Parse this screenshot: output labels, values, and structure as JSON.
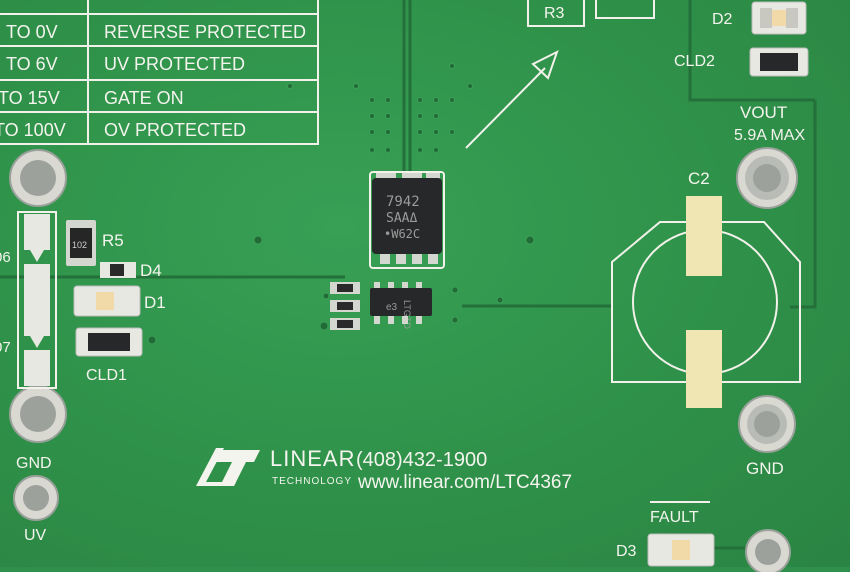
{
  "table": {
    "rows": [
      {
        "range": "TO 0V",
        "status": "REVERSE PROTECTED"
      },
      {
        "range": "TO 6V",
        "status": "UV PROTECTED"
      },
      {
        "range": "TO 15V",
        "status": "GATE ON"
      },
      {
        "range": "TO 100V",
        "status": "OV PROTECTED"
      }
    ]
  },
  "labels": {
    "r3": "R3",
    "d2": "D2",
    "cld2": "CLD2",
    "vout": "VOUT",
    "vout_max": "5.9A MAX",
    "c2": "C2",
    "r5": "R5",
    "d4": "D4",
    "d1": "D1",
    "cld1": "CLD1",
    "gnd_left": "GND",
    "uv": "UV",
    "gnd_right": "GND",
    "fault": "FAULT",
    "d3": "D3",
    "d6_partial": "06",
    "d7_partial": "07"
  },
  "chips": {
    "mosfet_line1": "7942",
    "mosfet_line2": "SAAΔ",
    "mosfet_line3": "•W62C",
    "controller_line1": "LTGTD",
    "controller_line2": "e3",
    "resistor_r5": "102"
  },
  "branding": {
    "company": "LINEAR",
    "company_sub": "TECHNOLOGY",
    "phone": "(408)432-1900",
    "url": "www.linear.com/LTC4367"
  },
  "colors": {
    "pcb_green": "#2f9149",
    "silkscreen": "#f2f2ea",
    "copper_trace": "#23703a",
    "chip_black": "#26282a"
  }
}
